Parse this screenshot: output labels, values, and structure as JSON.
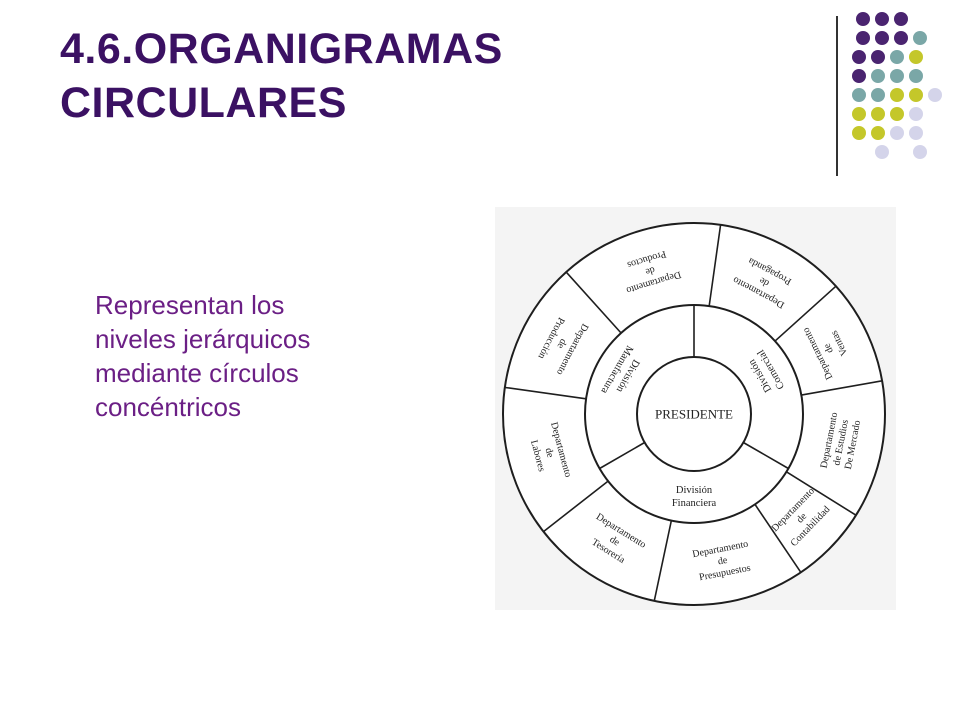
{
  "slide": {
    "title_lines": [
      "4.6.ORGANIGRAMAS",
      "CIRCULARES"
    ],
    "body_lines": [
      "Representan los",
      "niveles jerárquicos",
      "mediante círculos",
      "concéntricos"
    ]
  },
  "colors": {
    "title": "#3b1163",
    "body": "#6b1f85",
    "purple_dot": "#4a2470",
    "teal_dot": "#7aa7a7",
    "olive_dot": "#c4c72a",
    "lavender_dot": "#d4d4ea"
  },
  "diagram": {
    "center": {
      "label": "PRESIDENTE"
    },
    "inner_ring": [
      {
        "lines": [
          "División",
          "Comercial"
        ]
      },
      {
        "lines": [
          "División",
          "Financiera"
        ]
      },
      {
        "lines": [
          "División",
          "Manufactura"
        ]
      }
    ],
    "outer_ring": [
      {
        "lines": [
          "Departamento",
          "de",
          "Propaganda"
        ]
      },
      {
        "lines": [
          "Departamento",
          "de",
          "Ventas"
        ]
      },
      {
        "lines": [
          "Departamento",
          "de Estudios",
          "De Mercado"
        ]
      },
      {
        "lines": [
          "Departamento",
          "de",
          "Contabilidad"
        ]
      },
      {
        "lines": [
          "Departamento",
          "de",
          "Presupuestos"
        ]
      },
      {
        "lines": [
          "Departamento",
          "de",
          "Tesorería"
        ]
      },
      {
        "lines": [
          "Departamento",
          "de",
          "Labores"
        ]
      },
      {
        "lines": [
          "Departamento",
          "de",
          "Producción"
        ]
      },
      {
        "lines": [
          "Departamento",
          "de",
          "Productos"
        ]
      }
    ]
  }
}
